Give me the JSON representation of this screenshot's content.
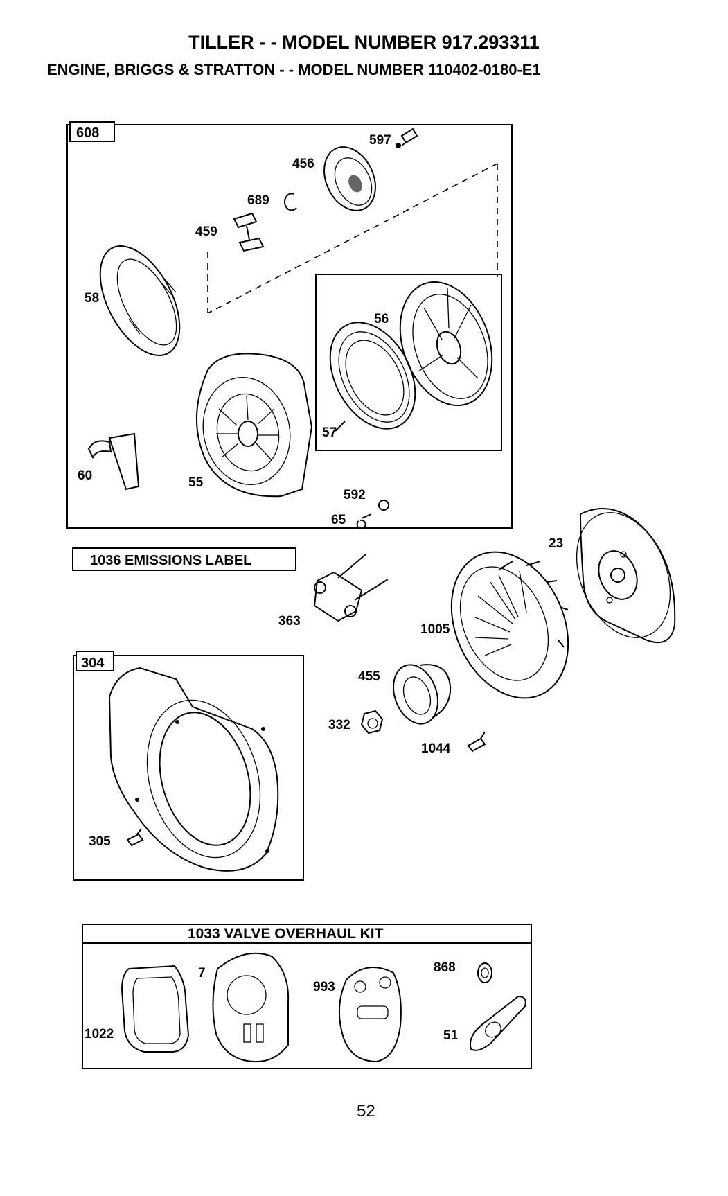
{
  "header": {
    "title_line1": "TILLER - - MODEL NUMBER 917.293311",
    "title_line2": "ENGINE, BRIGGS & STRATTON - - MODEL NUMBER 110402-0180-E1"
  },
  "groups": {
    "rewind_starter": "608",
    "blower_housing": "304",
    "emissions_label": "1036 EMISSIONS LABEL",
    "valve_overhaul_kit": "1033 VALVE OVERHAUL KIT"
  },
  "parts": {
    "p597": "597",
    "p456": "456",
    "p689": "689",
    "p459": "459",
    "p58": "58",
    "p56": "56",
    "p57": "57",
    "p60": "60",
    "p55": "55",
    "p592": "592",
    "p65": "65",
    "p23": "23",
    "p363": "363",
    "p1005": "1005",
    "p455": "455",
    "p332": "332",
    "p1044": "1044",
    "p305": "305",
    "p7": "7",
    "p993": "993",
    "p868": "868",
    "p1022": "1022",
    "p51": "51"
  },
  "footer": {
    "page_number": "52"
  }
}
